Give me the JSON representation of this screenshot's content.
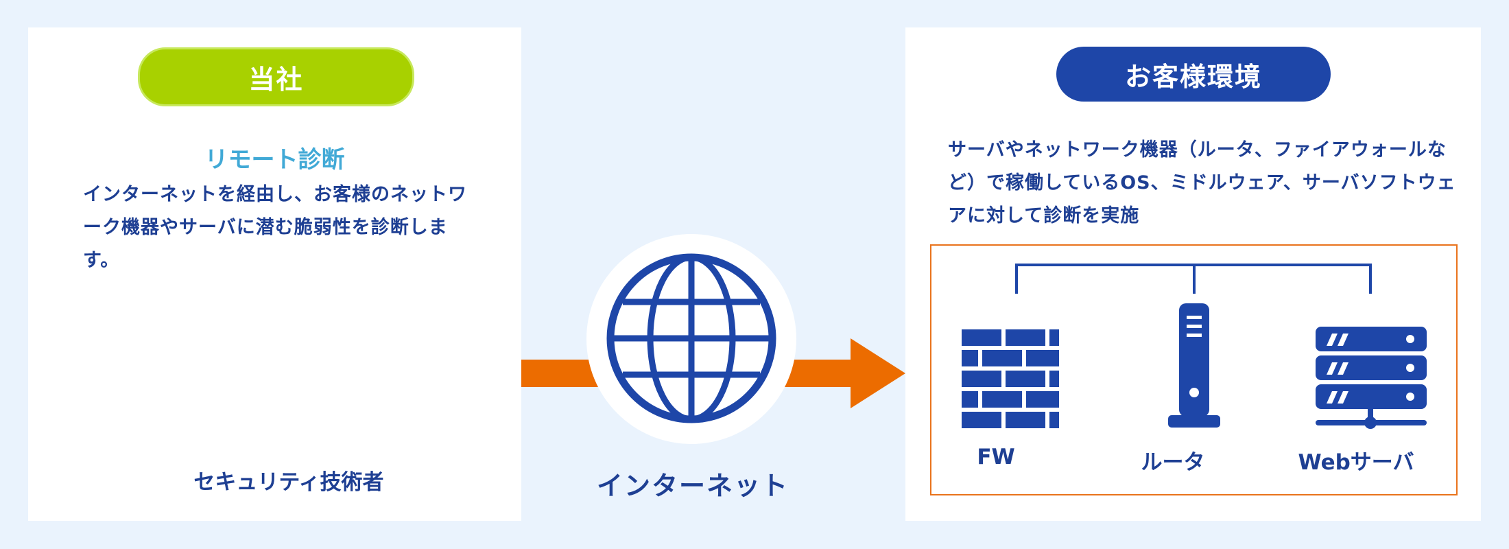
{
  "left_panel": {
    "badge": "当社",
    "title": "リモート診断",
    "description": "インターネットを経由し、お客様のネットワーク機器やサーバに潜む脆弱性を診断します。",
    "caption": "セキュリティ技術者"
  },
  "center": {
    "label": "インターネット"
  },
  "right_panel": {
    "badge": "お客様環境",
    "description": "サーバやネットワーク機器（ルータ、ファイアウォールなど）で稼働しているOS、ミドルウェア、サーバソフトウェアに対して診断を実施",
    "devices": [
      {
        "label": "FW",
        "icon": "firewall-icon"
      },
      {
        "label": "ルータ",
        "icon": "router-icon"
      },
      {
        "label": "Webサーバ",
        "icon": "server-icon"
      }
    ]
  },
  "colors": {
    "background": "#eaf3fd",
    "navy": "#1e46a8",
    "green": "#a8d100",
    "light_blue": "#41a9d6",
    "orange": "#ec6c00",
    "box_border": "#e9731c"
  }
}
